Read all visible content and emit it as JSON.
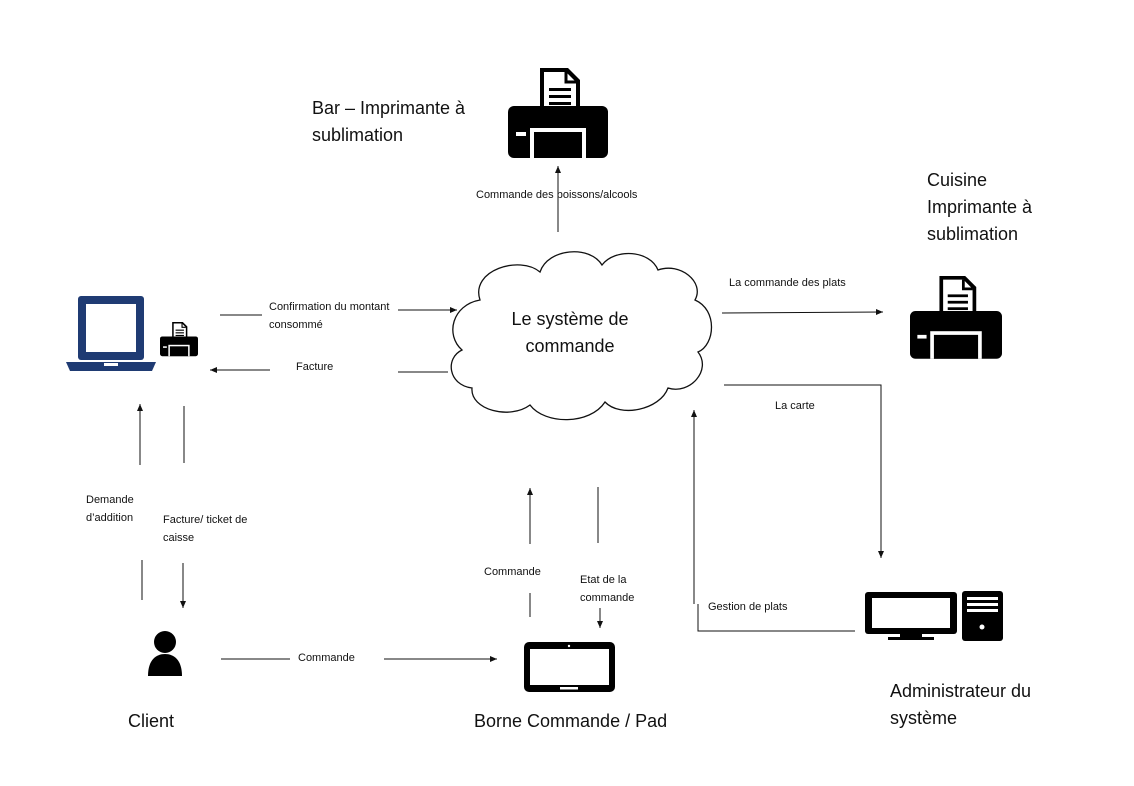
{
  "nodes": {
    "system": "Le système de\ncommande",
    "bar": "Bar – Imprimante à\nsublimation",
    "kitchen": "Cuisine\nImprimante à\nsublimation",
    "client": "Client",
    "kiosk": "Borne Commande / Pad",
    "admin": "Administrateur du\nsystème"
  },
  "edges": {
    "drinks_order": "Commande des boissons/alcools",
    "dishes_order": "La commande des plats",
    "menu": "La carte",
    "dish_management": "Gestion de plats",
    "amount_confirmation": "Confirmation du montant\nconsommé",
    "invoice": "Facture",
    "bill_request": "Demande\nd’addition",
    "invoice_receipt": "Facture/ ticket de\ncaisse",
    "client_order": "Commande",
    "kiosk_order": "Commande",
    "order_status": "Etat de la\ncommande"
  },
  "icons": {
    "bar_printer": "printer-icon",
    "kitchen_printer": "printer-icon",
    "pos_laptop": "laptop-icon",
    "pos_printer": "printer-icon",
    "client": "person-icon",
    "kiosk": "tablet-icon",
    "admin_monitor": "monitor-icon",
    "admin_tower": "desktop-tower-icon"
  },
  "colors": {
    "line": "#111111",
    "laptop": "#1f3b73",
    "icon": "#000000"
  }
}
